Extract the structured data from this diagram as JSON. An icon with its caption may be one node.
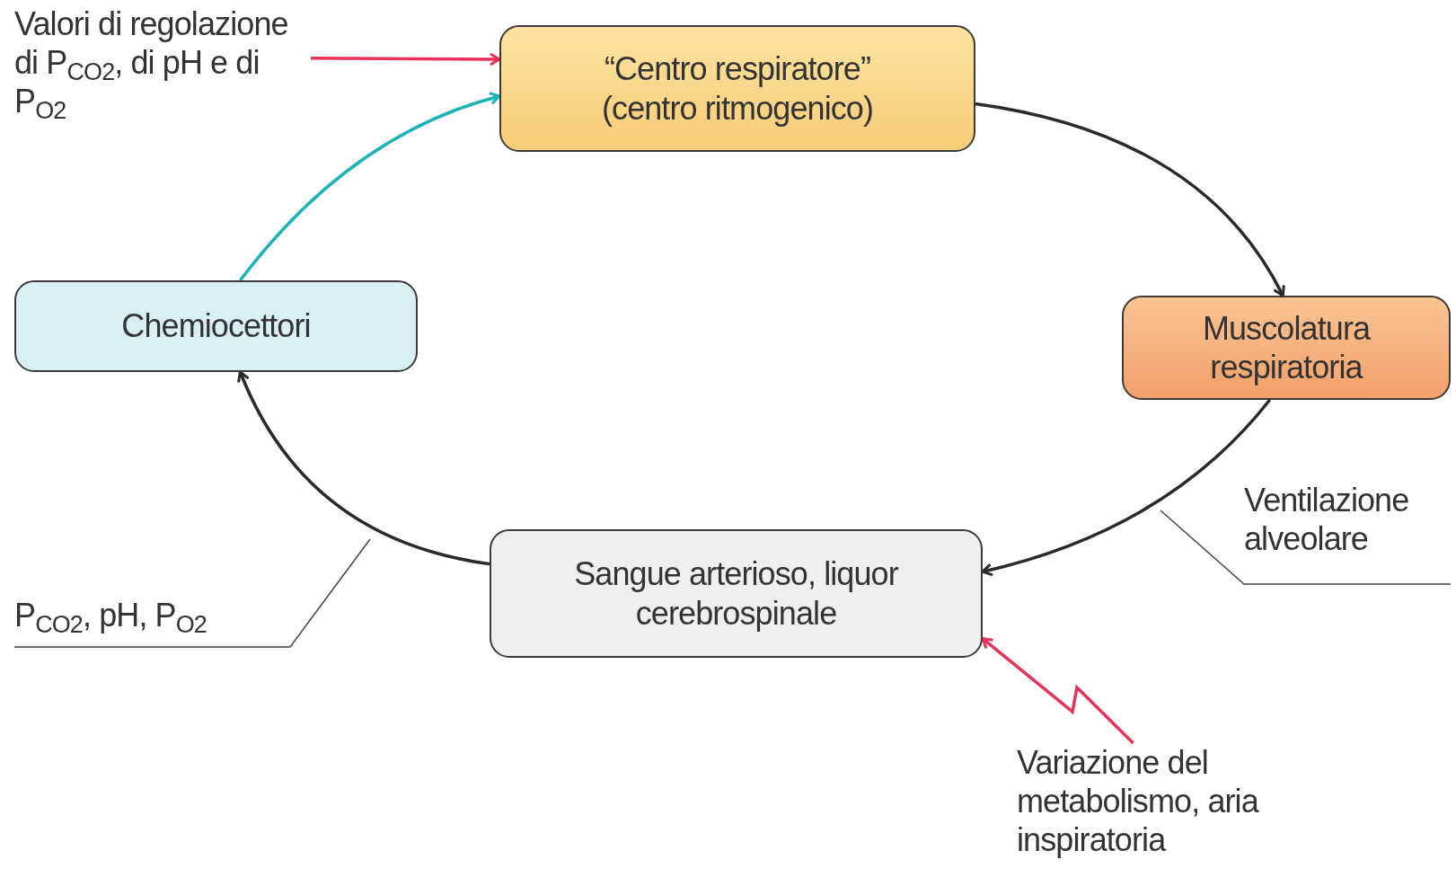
{
  "diagram": {
    "nodes": [
      {
        "text": [
          "“Centro respiratore” (centro ritmogenico)"
        ]
      },
      {
        "text": [
          "Muscolatura respiratoria"
        ]
      },
      {
        "text": [
          "Sangue arterioso, liquor cerebrospinale"
        ]
      },
      {
        "text": [
          "Chemiocettori"
        ]
      },
      {
        "text": [
          "Valori di regolazione di P$_{CO2}$, di pH e di P$_{O2}$"
        ]
      },
      {
        "text": [
          "Variazione del metabolismo, aria inspiratoria"
        ]
      },
      {
        "text": [
          "Ventilazione alveolare"
        ]
      },
      {
        "text": [
          "P$_{CO2}$, pH, P$_{O2}$"
        ]
      }
    ],
    "edges": [
      {
        "from": 4,
        "to": 0,
        "arrow": "to",
        "color": "#e8325a"
      },
      {
        "from": 3,
        "to": 0,
        "arrow": "to",
        "color": "#1ab3b8"
      },
      {
        "from": 0,
        "to": 1,
        "arrow": "to"
      },
      {
        "from": 1,
        "to": 2,
        "arrow": "to"
      },
      {
        "from": 2,
        "to": 3,
        "arrow": "to"
      },
      {
        "from": 5,
        "to": 2,
        "arrow": "to",
        "color": "#e8325a"
      },
      {
        "from": 6,
        "to": null,
        "arrow": "none"
      },
      {
        "from": 7,
        "to": null,
        "arrow": "none"
      }
    ]
  }
}
